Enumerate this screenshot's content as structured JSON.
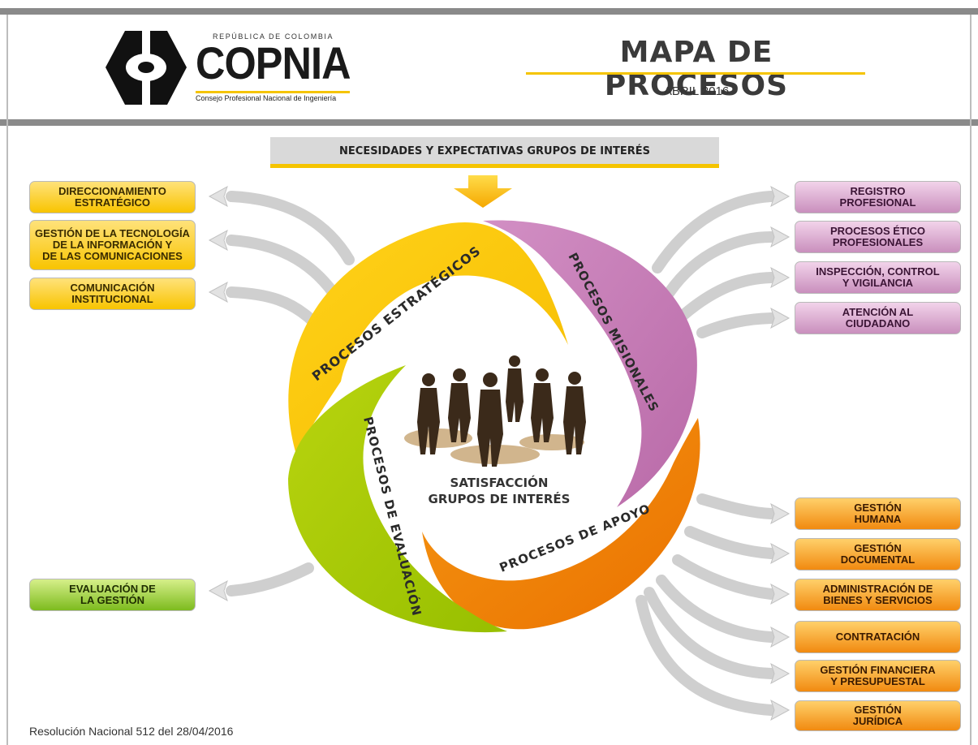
{
  "header": {
    "logo": {
      "country": "REPÚBLICA DE COLOMBIA",
      "name": "COPNIA",
      "full_name": "Consejo Profesional Nacional de Ingeniería"
    },
    "title": "MAPA DE PROCESOS",
    "date": "ABRIL 2016"
  },
  "needs_banner": "NECESIDADES Y EXPECTATIVAS GRUPOS DE INTERÉS",
  "center": {
    "label": "SATISFACCIÓN\nGRUPOS DE INTERÉS"
  },
  "segments": {
    "estrategicos": "PROCESOS ESTRATÉGICOS",
    "misionales": "PROCESOS MISIONALES",
    "apoyo": "PROCESOS DE APOYO",
    "evaluacion": "PROCESOS DE EVALUACIÓN"
  },
  "strategic_processes": [
    "DIRECCIONAMIENTO\nESTRATÉGICO",
    "GESTIÓN DE LA TECNOLOGÍA\nDE LA INFORMACIÓN Y\nDE LAS COMUNICACIONES",
    "COMUNICACIÓN\nINSTITUCIONAL"
  ],
  "evaluation_processes": [
    "EVALUACIÓN DE\nLA GESTIÓN"
  ],
  "mission_processes": [
    "REGISTRO\nPROFESIONAL",
    "PROCESOS ÉTICO\nPROFESIONALES",
    "INSPECCIÓN, CONTROL\nY VIGILANCIA",
    "ATENCIÓN AL\nCIUDADANO"
  ],
  "support_processes": [
    "GESTIÓN\nHUMANA",
    "GESTIÓN\nDOCUMENTAL",
    "ADMINISTRACIÓN DE\nBIENES Y SERVICIOS",
    "CONTRATACIÓN",
    "GESTIÓN FINANCIERA\nY PRESUPUESTAL",
    "GESTIÓN\nJURÍDICA"
  ],
  "footer": "Resolución Nacional 512 del 28/04/2016",
  "colors": {
    "yellow": "#f8c400",
    "pink": "#c97fb8",
    "orange": "#f07f0a",
    "green": "#a8c80a",
    "gray_bar": "#8a8a8a"
  }
}
